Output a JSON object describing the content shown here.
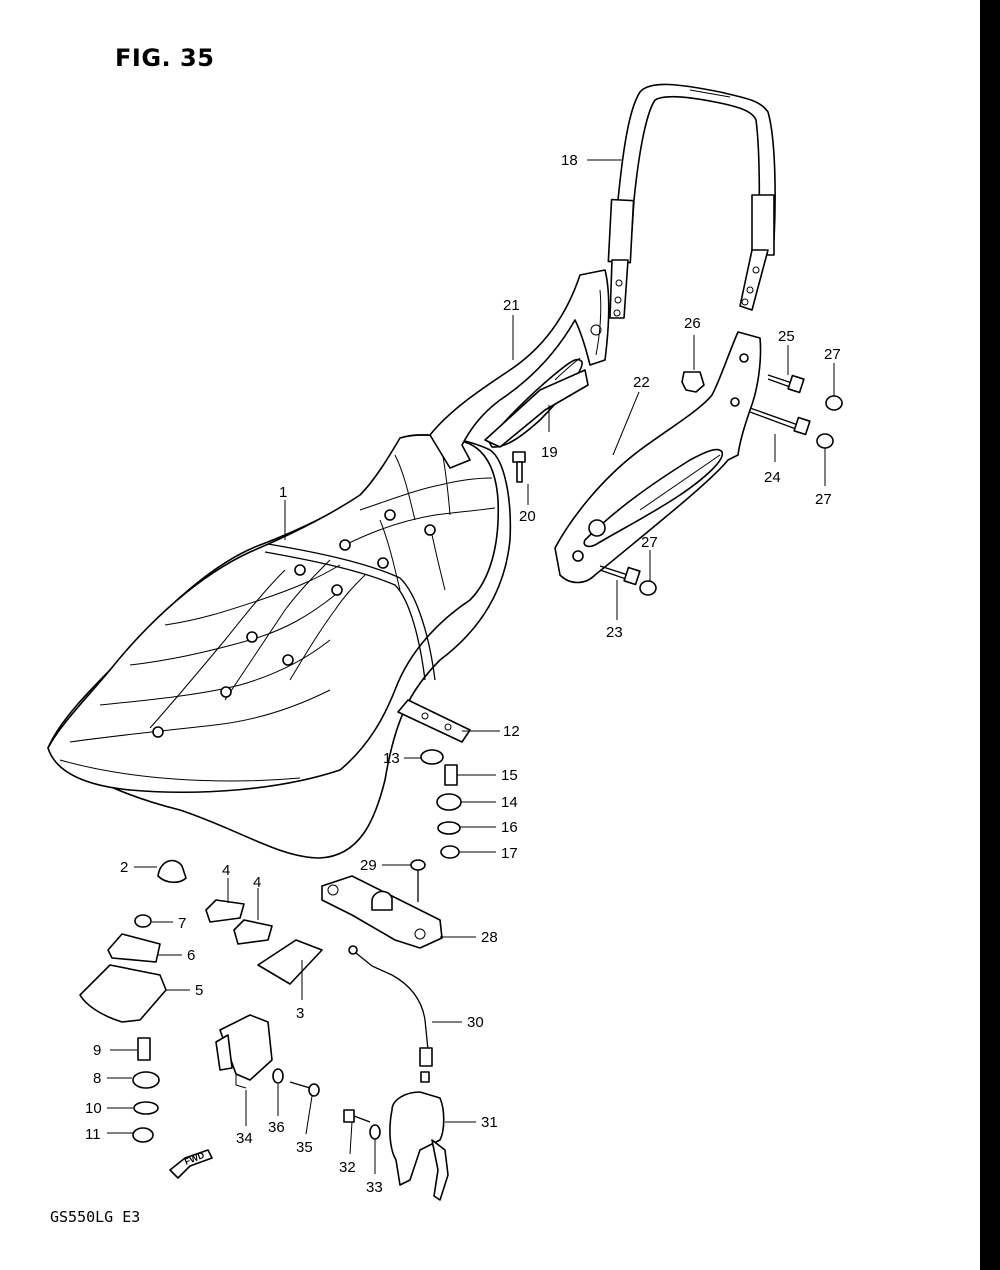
{
  "figure": {
    "title": "FIG. 35",
    "model": "GS550LG E3",
    "fwd_label": "FWD"
  },
  "callouts": [
    {
      "id": "c1",
      "text": "1"
    },
    {
      "id": "c2",
      "text": "2"
    },
    {
      "id": "c3",
      "text": "3"
    },
    {
      "id": "c4a",
      "text": "4"
    },
    {
      "id": "c4b",
      "text": "4"
    },
    {
      "id": "c5",
      "text": "5"
    },
    {
      "id": "c6",
      "text": "6"
    },
    {
      "id": "c7",
      "text": "7"
    },
    {
      "id": "c8",
      "text": "8"
    },
    {
      "id": "c9",
      "text": "9"
    },
    {
      "id": "c10",
      "text": "10"
    },
    {
      "id": "c11",
      "text": "11"
    },
    {
      "id": "c12",
      "text": "12"
    },
    {
      "id": "c13",
      "text": "13"
    },
    {
      "id": "c14",
      "text": "14"
    },
    {
      "id": "c15",
      "text": "15"
    },
    {
      "id": "c16",
      "text": "16"
    },
    {
      "id": "c17",
      "text": "17"
    },
    {
      "id": "c18",
      "text": "18"
    },
    {
      "id": "c19",
      "text": "19"
    },
    {
      "id": "c20",
      "text": "20"
    },
    {
      "id": "c21",
      "text": "21"
    },
    {
      "id": "c22",
      "text": "22"
    },
    {
      "id": "c23",
      "text": "23"
    },
    {
      "id": "c24",
      "text": "24"
    },
    {
      "id": "c25",
      "text": "25"
    },
    {
      "id": "c26",
      "text": "26"
    },
    {
      "id": "c27a",
      "text": "27"
    },
    {
      "id": "c27b",
      "text": "27"
    },
    {
      "id": "c27c",
      "text": "27"
    },
    {
      "id": "c28",
      "text": "28"
    },
    {
      "id": "c29",
      "text": "29"
    },
    {
      "id": "c30",
      "text": "30"
    },
    {
      "id": "c31",
      "text": "31"
    },
    {
      "id": "c32",
      "text": "32"
    },
    {
      "id": "c33",
      "text": "33"
    },
    {
      "id": "c34",
      "text": "34"
    },
    {
      "id": "c35",
      "text": "35"
    },
    {
      "id": "c36",
      "text": "36"
    }
  ]
}
